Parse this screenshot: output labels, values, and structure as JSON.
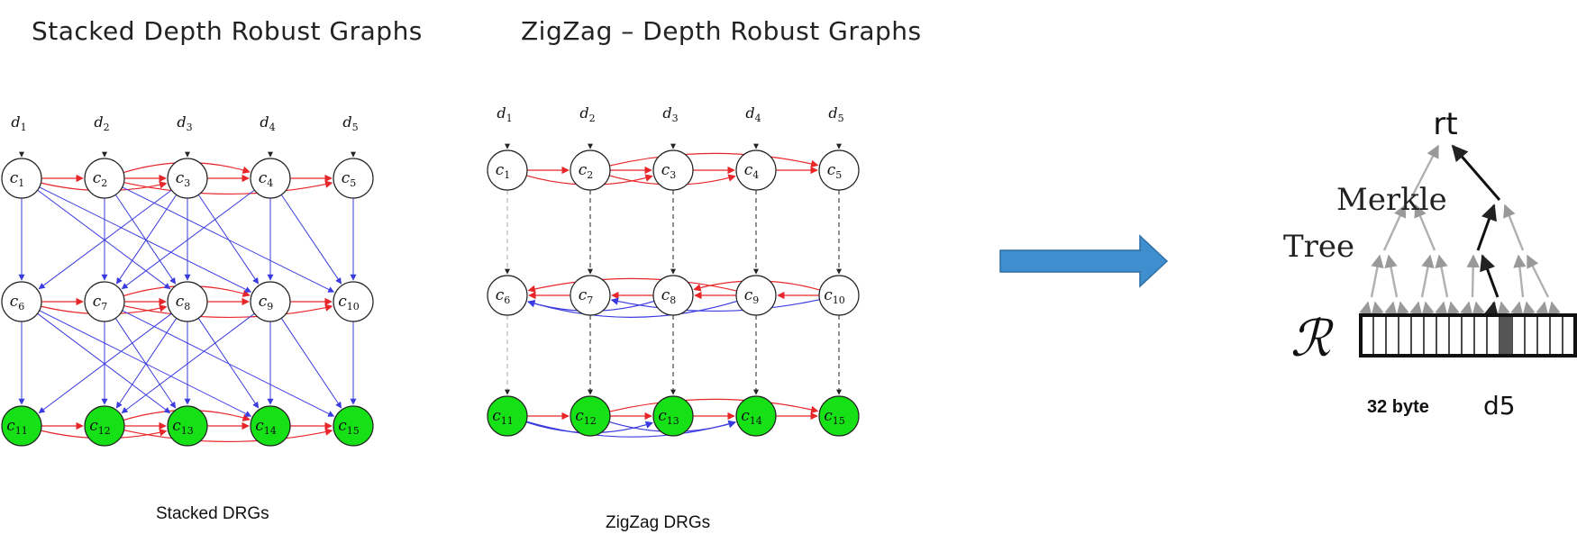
{
  "titles": {
    "left": "Stacked Depth Robust Graphs",
    "middle": "ZigZag – Depth Robust Graphs"
  },
  "captions": {
    "left": "Stacked DRGs",
    "middle": "ZigZag DRGs"
  },
  "inputs": [
    "d",
    "d",
    "d",
    "d",
    "d"
  ],
  "input_subs": [
    "1",
    "2",
    "3",
    "4",
    "5"
  ],
  "node_letter": "c",
  "node_subs": [
    "1",
    "2",
    "3",
    "4",
    "5",
    "6",
    "7",
    "8",
    "9",
    "10",
    "11",
    "12",
    "13",
    "14",
    "15"
  ],
  "merkle": {
    "label_line1": "Merkle",
    "label_line2": "Tree",
    "root": "rt",
    "replica_symbol": "ℛ",
    "cell_size": "32 byte",
    "data_label": "d5"
  },
  "colors": {
    "red_edge": "#e8262a",
    "blue_edge": "#3a3ae0",
    "green_node": "#16e016",
    "arrow_fill": "#3f8fcf",
    "tree_gray": "#b0b0b0"
  }
}
